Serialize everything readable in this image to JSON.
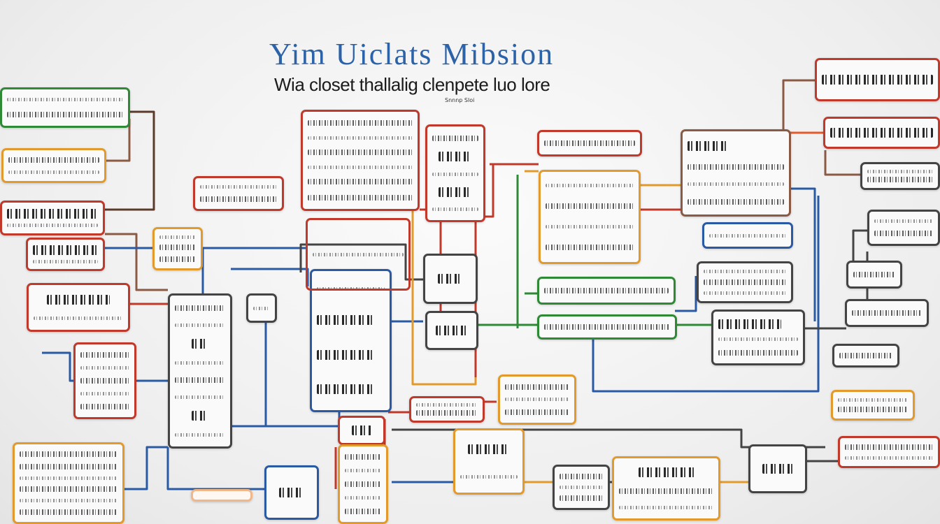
{
  "header": {
    "title": "Yim  Uiclats Mibsion",
    "subtitle": "Wia closet thallalig  clenpete luo lore",
    "caption": "Snnnp Sloi"
  },
  "palette": {
    "red": "#c0392b",
    "green": "#2f8a36",
    "orange": "#e39a2c",
    "blue": "#2a5aa3",
    "dark": "#444444",
    "brown": "#8a5a44",
    "title_blue": "#2c62a8"
  },
  "nodes": [
    {
      "id": "n1",
      "color": "green"
    },
    {
      "id": "n2",
      "color": "orange"
    },
    {
      "id": "n3",
      "color": "red"
    },
    {
      "id": "n4",
      "color": "red"
    },
    {
      "id": "n5",
      "color": "red"
    },
    {
      "id": "n6",
      "color": "red"
    },
    {
      "id": "n7",
      "color": "red"
    },
    {
      "id": "n8",
      "color": "red"
    },
    {
      "id": "n9",
      "color": "orange"
    },
    {
      "id": "n10",
      "color": "dark"
    },
    {
      "id": "n11",
      "color": "orange"
    },
    {
      "id": "n12",
      "color": "red"
    },
    {
      "id": "n13",
      "color": "blue"
    },
    {
      "id": "n14",
      "color": "red"
    },
    {
      "id": "n15",
      "color": "dark"
    },
    {
      "id": "n16",
      "color": "dark"
    },
    {
      "id": "n17",
      "color": "red"
    },
    {
      "id": "n18",
      "color": "orange"
    },
    {
      "id": "n19",
      "color": "green"
    },
    {
      "id": "n20",
      "color": "green"
    },
    {
      "id": "n21",
      "color": "brown"
    },
    {
      "id": "n22",
      "color": "red"
    },
    {
      "id": "n23",
      "color": "red"
    },
    {
      "id": "n24",
      "color": "blue"
    },
    {
      "id": "n25",
      "color": "dark"
    },
    {
      "id": "n26",
      "color": "dark"
    },
    {
      "id": "n27",
      "color": "dark"
    },
    {
      "id": "n28",
      "color": "dark"
    },
    {
      "id": "n29",
      "color": "dark"
    },
    {
      "id": "n30",
      "color": "dark"
    },
    {
      "id": "n31",
      "color": "orange"
    },
    {
      "id": "n32",
      "color": "red"
    },
    {
      "id": "n33",
      "color": "orange"
    },
    {
      "id": "n34",
      "color": "red"
    },
    {
      "id": "n35",
      "color": "orange"
    },
    {
      "id": "n36",
      "color": "red"
    },
    {
      "id": "n37",
      "color": "orange"
    },
    {
      "id": "n38",
      "color": "dark"
    },
    {
      "id": "n39",
      "color": "orange"
    },
    {
      "id": "n40",
      "color": "blue"
    },
    {
      "id": "n41",
      "color": "dark"
    },
    {
      "id": "n42",
      "color": "orange"
    },
    {
      "id": "n43",
      "color": "peach"
    }
  ]
}
